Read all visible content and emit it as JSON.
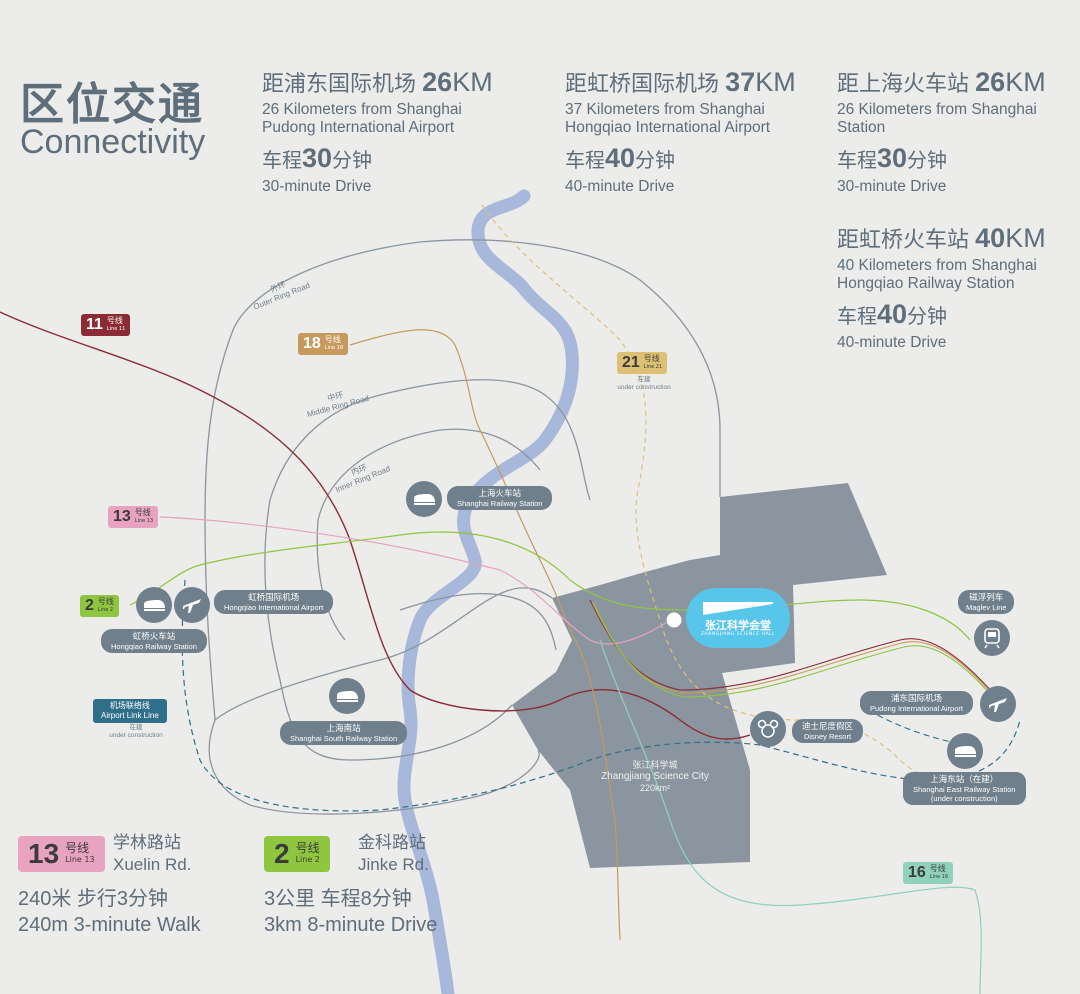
{
  "title": {
    "cn": "区位交通",
    "en": "Connectivity"
  },
  "distances": [
    {
      "prefix": "距浦东国际机场",
      "km": "26",
      "unit": "KM",
      "en": "26 Kilometers from Shanghai Pudong International Airport",
      "en1": "26 Kilometers from Shanghai",
      "en2": "Pudong International Airport",
      "drive_prefix": "车程",
      "drive_num": "30",
      "drive_suffix": "分钟",
      "drive_en": "30-minute Drive"
    },
    {
      "prefix": "距虹桥国际机场",
      "km": "37",
      "unit": "KM",
      "en1": "37 Kilometers from Shanghai",
      "en2": "Hongqiao International Airport",
      "drive_prefix": "车程",
      "drive_num": "40",
      "drive_suffix": "分钟",
      "drive_en": "40-minute Drive"
    },
    {
      "prefix": "距上海火车站",
      "km": "26",
      "unit": "KM",
      "en1": "26 Kilometers from Shanghai",
      "en2": "Station",
      "drive_prefix": "车程",
      "drive_num": "30",
      "drive_suffix": "分钟",
      "drive_en": "30-minute Drive"
    },
    {
      "prefix": "距虹桥火车站",
      "km": "40",
      "unit": "KM",
      "en1": "40 Kilometers from Shanghai",
      "en2": "Hongqiao Railway Station",
      "drive_prefix": "车程",
      "drive_num": "40",
      "drive_suffix": "分钟",
      "drive_en": "40-minute Drive"
    }
  ],
  "roads": {
    "outer": {
      "cn": "外环",
      "en": "Outer Ring Road"
    },
    "middle": {
      "cn": "中环",
      "en": "Middle Ring Road"
    },
    "inner": {
      "cn": "内环",
      "en": "Inner Ring Road"
    }
  },
  "lines": {
    "l11": {
      "num": "11",
      "cn": "号线",
      "en": "Line 11",
      "color": "#8b2b34"
    },
    "l18": {
      "num": "18",
      "cn": "号线",
      "en": "Line 18",
      "color": "#c69a5c"
    },
    "l21": {
      "num": "21",
      "cn": "号线",
      "en": "Line 21",
      "color": "#dcc175",
      "note_cn": "在建",
      "note_en": "under construction"
    },
    "l13": {
      "num": "13",
      "cn": "号线",
      "en": "Line 13",
      "color": "#e7a3c0"
    },
    "l2": {
      "num": "2",
      "cn": "号线",
      "en": "Line 2",
      "color": "#8ec63f"
    },
    "l16": {
      "num": "16",
      "cn": "号线",
      "en": "Line 16",
      "color": "#8fd1bb"
    },
    "airport_link": {
      "cn": "机场联络线",
      "en": "Airport Link Line",
      "note_cn": "在建",
      "note_en": "under construction",
      "color": "#2f6f8a"
    },
    "maglev": {
      "cn": "磁浮列车",
      "en": "Maglev Line"
    }
  },
  "stations": {
    "shanghai_rail": {
      "cn": "上海火车站",
      "en": "Shanghai Railway Station"
    },
    "hongqiao_airport": {
      "cn": "虹桥国际机场",
      "en": "Hongqiao International Airport"
    },
    "hongqiao_rail": {
      "cn": "虹桥火车站",
      "en": "Hongqiao Railway Station"
    },
    "shanghai_south": {
      "cn": "上海南站",
      "en": "Shanghai South Railway Station"
    },
    "disney": {
      "cn": "迪士尼度假区",
      "en": "Disney Resort"
    },
    "pudong_airport": {
      "cn": "浦东国际机场",
      "en": "Pudong International Airport"
    },
    "shanghai_east": {
      "cn": "上海东站（在建）",
      "en": "Shanghai East Railway Station",
      "en2": "(under construction)"
    }
  },
  "zhangjiang": {
    "cn": "张江科学城",
    "en": "Zhangjiang Science City",
    "area": "220km²"
  },
  "venue": {
    "cn": "张江科学会堂",
    "en": "ZHANGJIANG SCIENCE HALL"
  },
  "legend": [
    {
      "line": "13",
      "cn": "号线",
      "en": "Line 13",
      "color": "#e7a3c0",
      "station_cn": "学林路站",
      "station_en": "Xuelin Rd.",
      "cn_dist": "240米  步行3分钟",
      "en_dist": "240m  3-minute Walk"
    },
    {
      "line": "2",
      "cn": "号线",
      "en": "Line 2",
      "color": "#8ec63f",
      "station_cn": "金科路站",
      "station_en": "Jinke Rd.",
      "cn_dist": "3公里  车程8分钟",
      "en_dist": "3km  8-minute Drive"
    }
  ]
}
